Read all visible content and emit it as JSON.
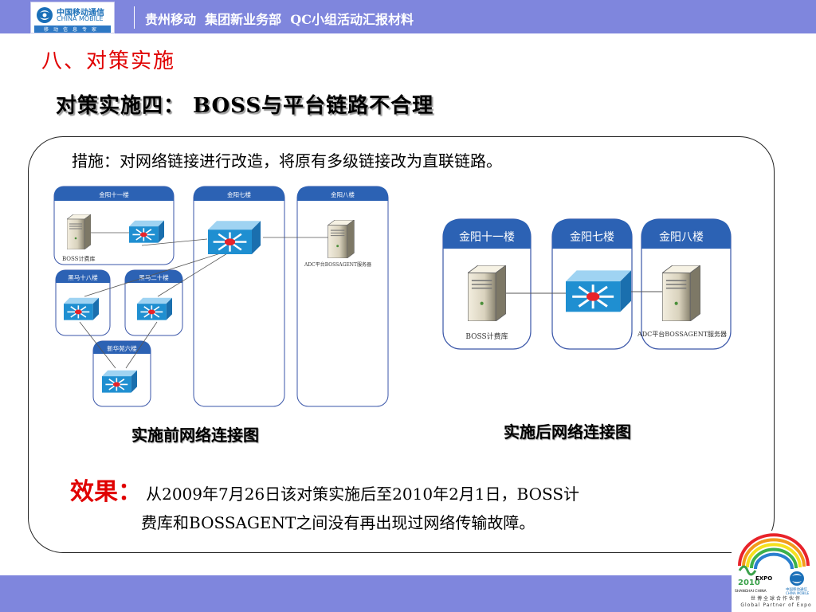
{
  "header": {
    "logo_cn": "中国移动通信",
    "logo_en": "CHINA MOBILE",
    "logo_sub": "移动信息专家",
    "title": "贵州移动  集团新业务部  QC小组活动汇报材料"
  },
  "section_title": "八、对策实施",
  "subtitle": "对策实施四：  BOSS与平台链路不合理",
  "measure_text": "措施：对网络链接进行改造，将原有多级链接改为直联链路。",
  "diagram_before": {
    "buildings": [
      "金阳十一楼",
      "金阳七楼",
      "金阳八楼",
      "黑马十八楼",
      "黑马二十楼",
      "新华苑六楼"
    ],
    "server_boss": "BOSS计费库",
    "server_adc": "ADC平台BOSSAGENT服务器",
    "caption": "实施前网络连接图"
  },
  "diagram_after": {
    "buildings": [
      "金阳十一楼",
      "金阳七楼",
      "金阳八楼"
    ],
    "server_boss": "BOSS计费库",
    "server_adc": "ADC平台BOSSAGENT服务器",
    "caption": "实施后网络连接图"
  },
  "result": {
    "label": "效果：",
    "line1": "从2009年7月26日该对策实施后至2010年2月1日，BOSS计",
    "line2": "费库和BOSSAGENT之间没有再出现过网络传输故障。"
  },
  "footer": {
    "expo_text": "EXPO",
    "expo_year": "2010",
    "expo_city": "SHANGHAI CHINA",
    "expo_partner": "世博全球合作伙伴",
    "expo_partner_en": "Global Partner of Expo"
  },
  "colors": {
    "header_bar": "#7f86dd",
    "title_red": "#e00000",
    "switch_blue": "#1f8fd1",
    "tab_blue": "#2c62b4"
  }
}
